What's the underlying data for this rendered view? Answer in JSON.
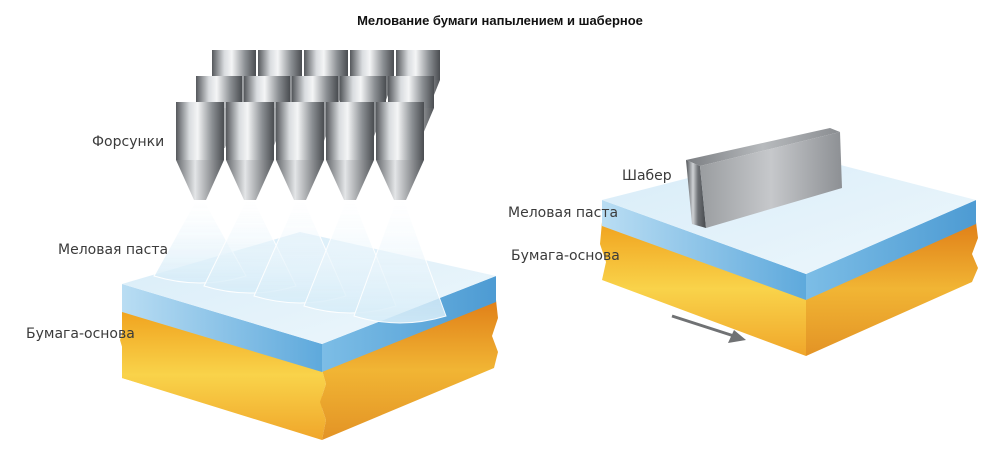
{
  "title": "Мелование бумаги напылением и шаберное",
  "left_diagram": {
    "nozzles_label": "Форсунки",
    "coating_label": "Меловая паста",
    "base_label": "Бумага-основа"
  },
  "right_diagram": {
    "blade_label": "Шабер",
    "coating_label": "Меловая паста",
    "base_label": "Бумага-основа"
  },
  "colors": {
    "coating_top": "#e4f2fb",
    "coating_side": "#6fb7e4",
    "paper_front": "#f1b62a",
    "paper_side": "#e58a1f",
    "steel": "#8f9296",
    "text": "#3b3b3b"
  }
}
